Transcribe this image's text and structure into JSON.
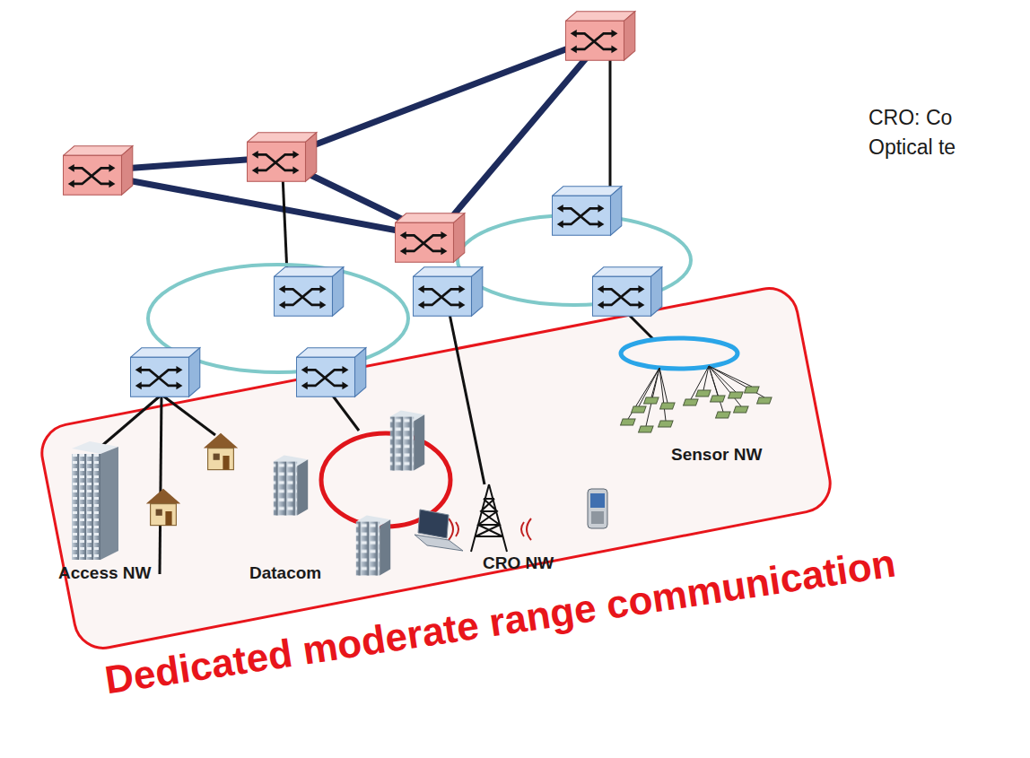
{
  "diagram": {
    "nodes": [
      {
        "text": [
          "Dedicated moderate range communication"
        ]
      }
    ],
    "labels": [
      "Access NW",
      "Datacom",
      "CRO NW",
      "Sensor NW",
      "CRO: Co",
      "Optical te"
    ]
  }
}
